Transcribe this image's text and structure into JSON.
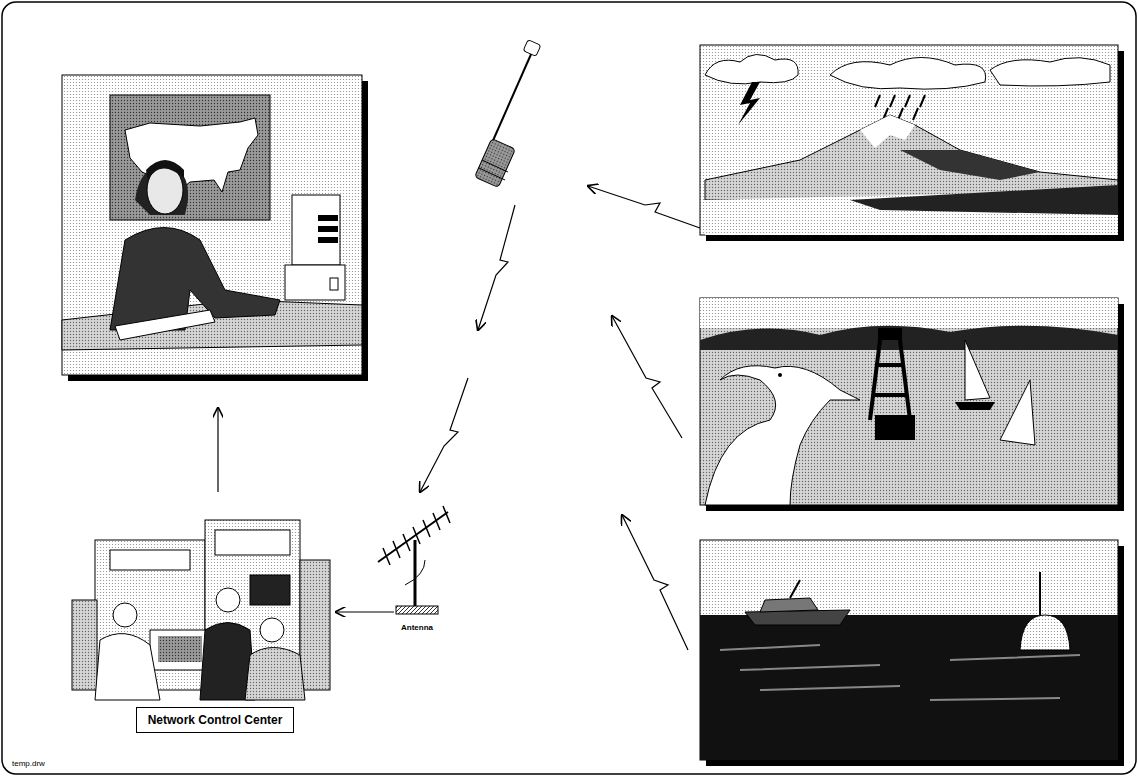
{
  "diagram": {
    "nodes": [
      {
        "text": [
          "Network Control Center"
        ]
      }
    ],
    "labels": [
      "Antenna",
      "temp.drw"
    ]
  }
}
